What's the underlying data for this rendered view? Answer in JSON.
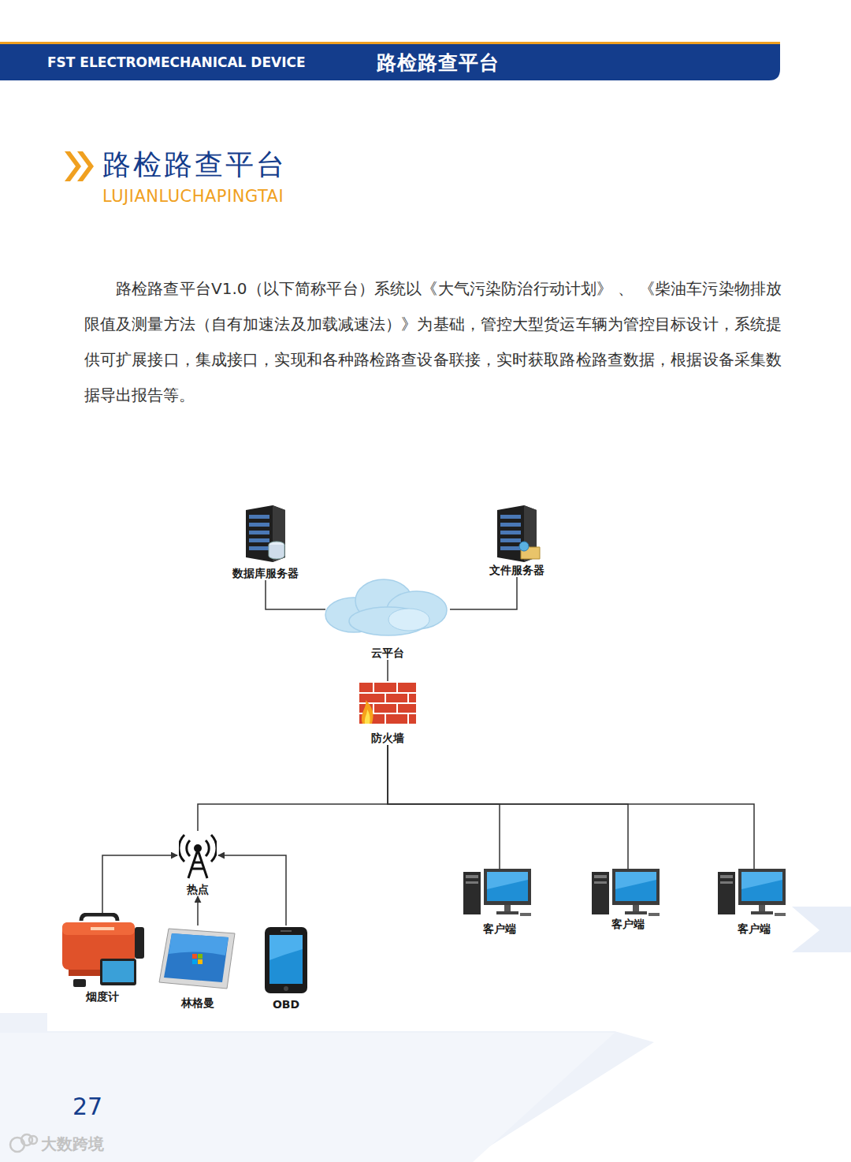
{
  "diagram": {
    "title": "路检路查平台",
    "nodes": [
      {
        "text": [
          "数据库服务器"
        ]
      },
      {
        "text": [
          "文件服务器"
        ]
      },
      {
        "text": [
          "云平台"
        ]
      },
      {
        "text": [
          "防火墙"
        ]
      },
      {
        "text": [
          "热点"
        ]
      },
      {
        "text": [
          "客户端"
        ]
      },
      {
        "text": [
          "客户端"
        ]
      },
      {
        "text": [
          "客户端"
        ]
      },
      {
        "text": [
          "烟度计"
        ]
      },
      {
        "text": [
          "林格曼"
        ]
      },
      {
        "text": [
          "OBD"
        ]
      }
    ],
    "edges": [
      {
        "from": 0,
        "to": 2,
        "arrow": "none"
      },
      {
        "from": 1,
        "to": 2,
        "arrow": "none"
      },
      {
        "from": 2,
        "to": 3,
        "arrow": "none"
      },
      {
        "from": 3,
        "to": 4,
        "arrow": "none"
      },
      {
        "from": 3,
        "to": 5,
        "arrow": "none"
      },
      {
        "from": 3,
        "to": 6,
        "arrow": "none"
      },
      {
        "from": 3,
        "to": 7,
        "arrow": "none"
      },
      {
        "from": 8,
        "to": 4,
        "arrow": "to"
      },
      {
        "from": 9,
        "to": 4,
        "arrow": "to"
      },
      {
        "from": 10,
        "to": 4,
        "arrow": "to"
      }
    ],
    "labels": [
      "FST ELECTROMECHANICAL DEVICE",
      "路检路查平台",
      "LUJIANLUCHAPINGTAI",
      "路检路查平台V1.0（以下简称平台）系统以《大气污染防治行动计划》 、 《柴油车污染物排放限值及测量方法（自有加速法及加载减速法）》为基础，管控大型货运车辆为管控目标设计，系统提供可扩展接口，集成接口，实现和各种路检路查设备联接，实时获取路检路查数据，根据设备采集数据导出报告等。",
      "27",
      "大数跨境"
    ]
  }
}
